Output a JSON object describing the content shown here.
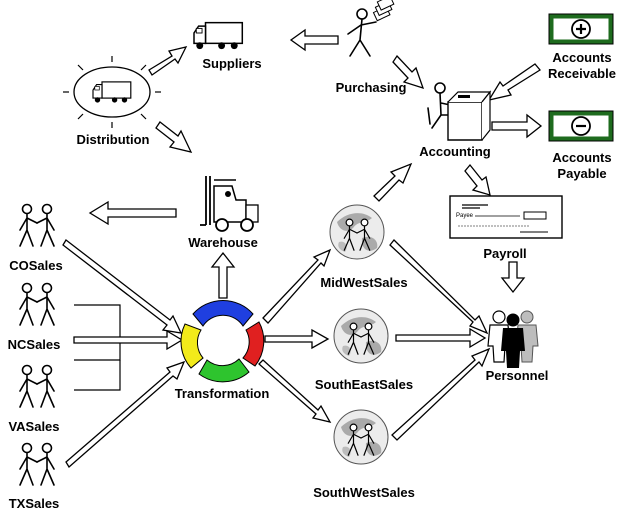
{
  "nodes": {
    "suppliers": "Suppliers",
    "purchasing": "Purchasing",
    "distribution": "Distribution",
    "accounting": "Accounting",
    "accounts_receivable": [
      "Accounts",
      "Receivable"
    ],
    "accounts_payable": [
      "Accounts",
      "Payable"
    ],
    "warehouse": "Warehouse",
    "payroll": "Payroll",
    "transformation": "Transformation",
    "personnel": "Personnel",
    "co_sales": "COSales",
    "nc_sales": "NCSales",
    "va_sales": "VASales",
    "tx_sales": "TXSales",
    "midwest_sales": "MidWestSales",
    "southeast_sales": "SouthEastSales",
    "southwest_sales": "SouthWestSales"
  },
  "check": {
    "payee_label": "Payee"
  },
  "colors": {
    "cycle_blue": "#1f3fe0",
    "cycle_red": "#e02020",
    "cycle_green": "#2ec42e",
    "cycle_yellow": "#f2ea1a",
    "money_green": "#1e6b1e",
    "globe_gray": "#9a9a9a"
  },
  "icons": {
    "truck": "truck-icon",
    "forklift": "forklift-icon",
    "handshake": "handshake-icon",
    "cycle": "cycle-icon",
    "globe": "globe-icon",
    "money": "money-icon",
    "check": "check-icon",
    "people": "people-icon",
    "clerk": "clerk-desk-icon"
  }
}
